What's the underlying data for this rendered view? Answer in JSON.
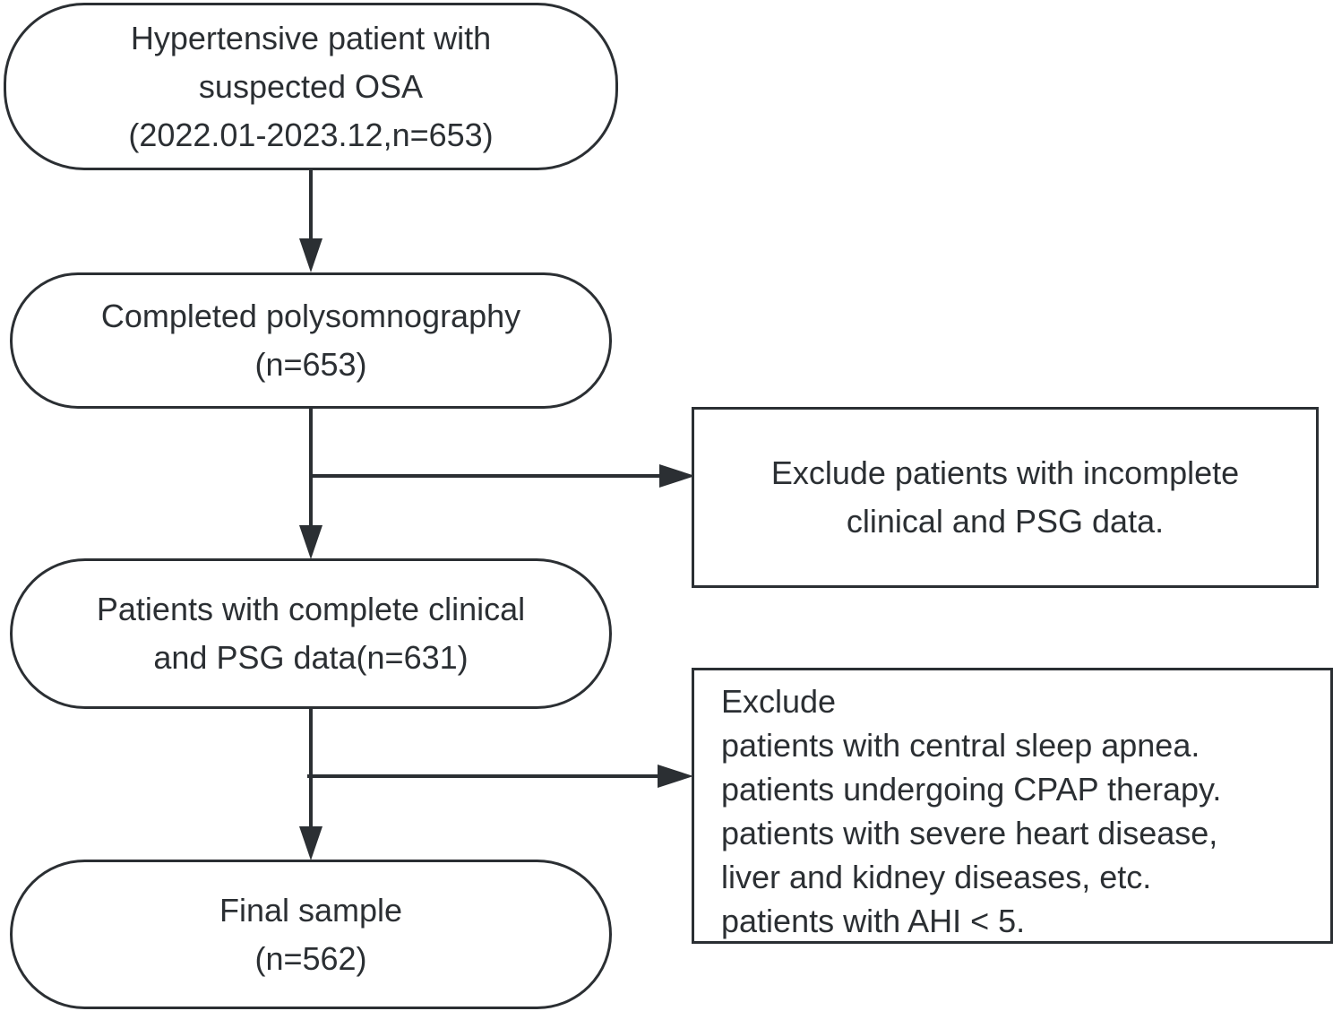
{
  "nodes": {
    "start": {
      "lines": [
        "Hypertensive patient with",
        "suspected OSA",
        "(2022.01-2023.12,n=653)"
      ]
    },
    "psg": {
      "lines": [
        "Completed polysomnography",
        "(n=653)"
      ]
    },
    "complete": {
      "lines": [
        "Patients with complete clinical",
        "and PSG data(n=631)"
      ]
    },
    "final": {
      "lines": [
        "Final sample",
        "(n=562)"
      ]
    },
    "exclude1": {
      "lines": [
        "Exclude patients with incomplete",
        "clinical and PSG data."
      ]
    },
    "exclude2": {
      "lines": [
        "Exclude",
        "patients with central sleep apnea.",
        "patients undergoing CPAP therapy.",
        "patients with severe heart disease,",
        "liver and kidney diseases, etc.",
        "patients with AHI < 5."
      ]
    }
  },
  "colors": {
    "stroke": "#2b2f33",
    "text": "#2b2f33",
    "background": "#ffffff"
  }
}
